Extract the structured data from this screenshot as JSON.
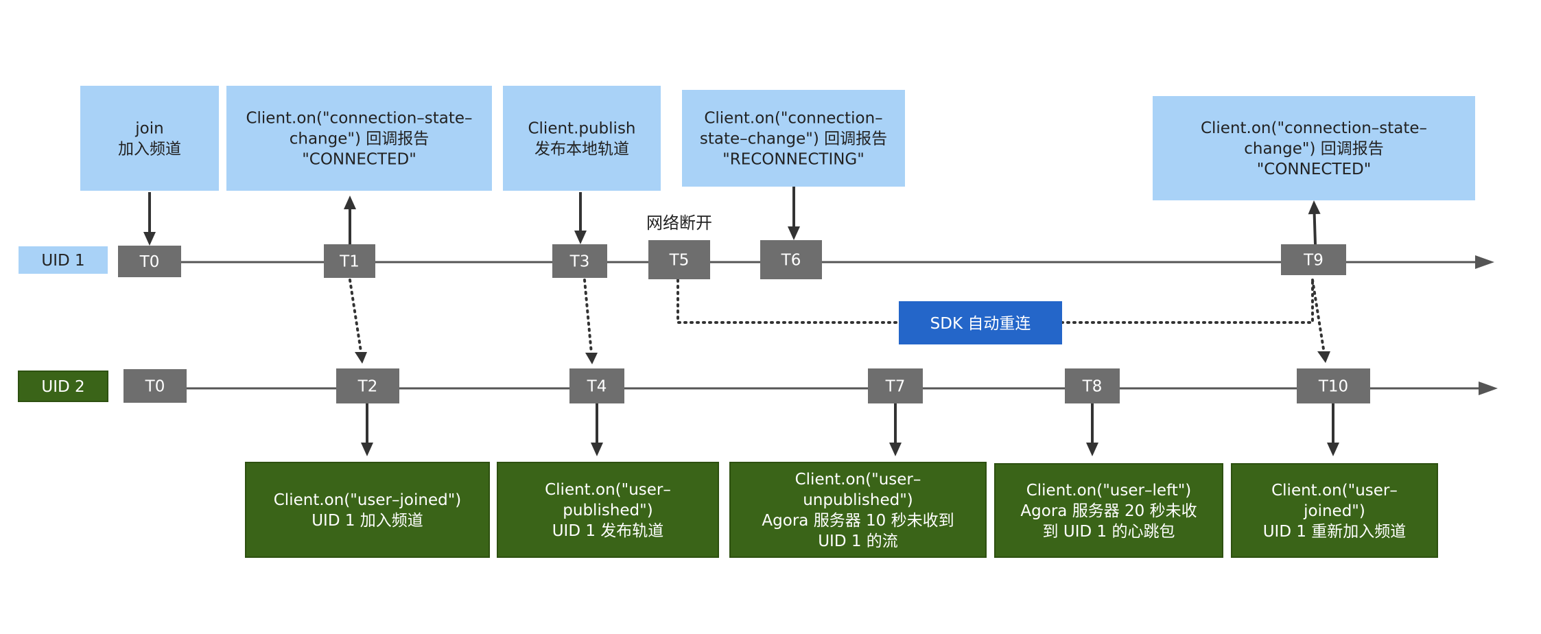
{
  "colors": {
    "uid1_box": "#a9d2f7",
    "uid2_box": "#3a6418",
    "uid2_box_border": "#2d5010",
    "tick": "#6e6e6e",
    "timeline": "#555555",
    "sdk_box": "#2466c9"
  },
  "rows": {
    "uid1": "UID 1",
    "uid2": "UID 2"
  },
  "uid1_ticks": [
    "T0",
    "T1",
    "T3",
    "T5",
    "T6",
    "T9"
  ],
  "uid2_ticks": [
    "T0",
    "T2",
    "T4",
    "T7",
    "T8",
    "T10"
  ],
  "network_disconnect": "网络断开",
  "sdk_reconnect": "SDK 自动重连",
  "uid1_events": [
    [
      "join",
      "加入频道"
    ],
    [
      "Client.on(\"connection–state–",
      "change\") 回调报告",
      "\"CONNECTED\""
    ],
    [
      "Client.publish",
      "发布本地轨道"
    ],
    [
      "Client.on(\"connection–",
      "state–change\") 回调报告",
      "\"RECONNECTING\""
    ],
    [
      "Client.on(\"connection–state–",
      "change\") 回调报告",
      "\"CONNECTED\""
    ]
  ],
  "uid2_events": [
    [
      "Client.on(\"user–joined\")",
      "UID 1 加入频道"
    ],
    [
      "Client.on(\"user–",
      "published\")",
      "UID 1 发布轨道"
    ],
    [
      "Client.on(\"user–",
      "unpublished\")",
      "Agora 服务器 10 秒未收到",
      "UID 1 的流"
    ],
    [
      "Client.on(\"user–left\")",
      "Agora 服务器 20 秒未收",
      "到 UID 1 的心跳包"
    ],
    [
      "Client.on(\"user–",
      "joined\")",
      "UID 1 重新加入频道"
    ]
  ]
}
